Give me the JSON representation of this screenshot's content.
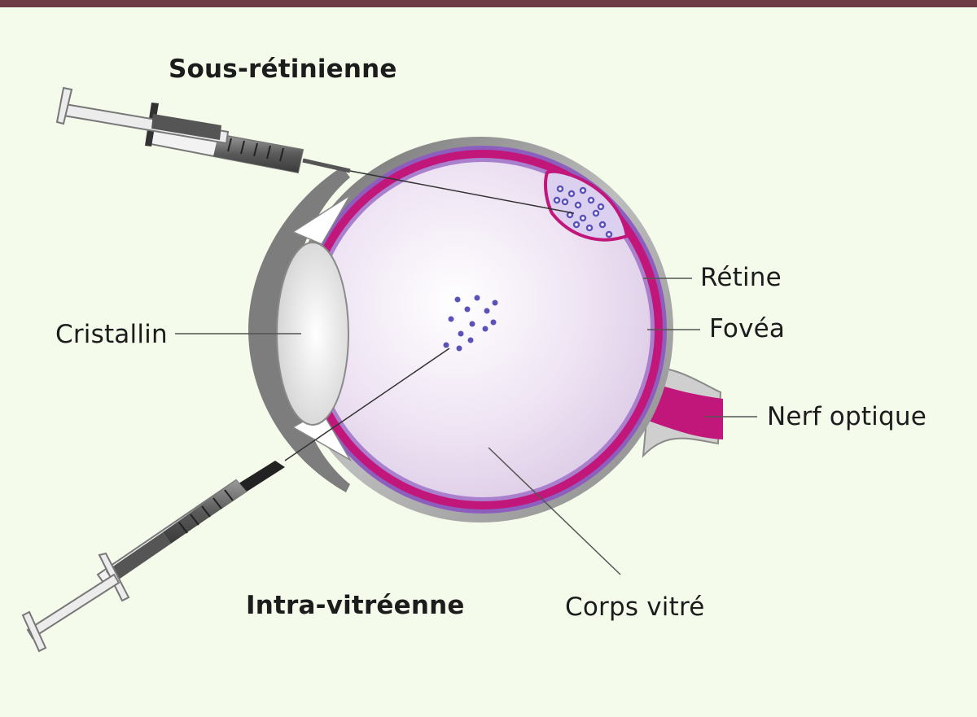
{
  "labels": {
    "sous_retinienne": "Sous-rétinienne",
    "intra_vitreenne": "Intra-vitréenne",
    "retine": "Rétine",
    "fovea": "Fovéa",
    "cristallin": "Cristallin",
    "nerf_optique": "Nerf optique",
    "corps_vitre": "Corps vitré"
  },
  "colors": {
    "background": "#f4fbea",
    "top_bar": "#6e3a45",
    "retina_magenta": "#c2177a",
    "choroid_purple": "#8c5fbf",
    "vitreous_lavender": "#e6d8ee",
    "injected_particles": "#5b52b8",
    "sclera_grey": "#9a9a9a"
  }
}
